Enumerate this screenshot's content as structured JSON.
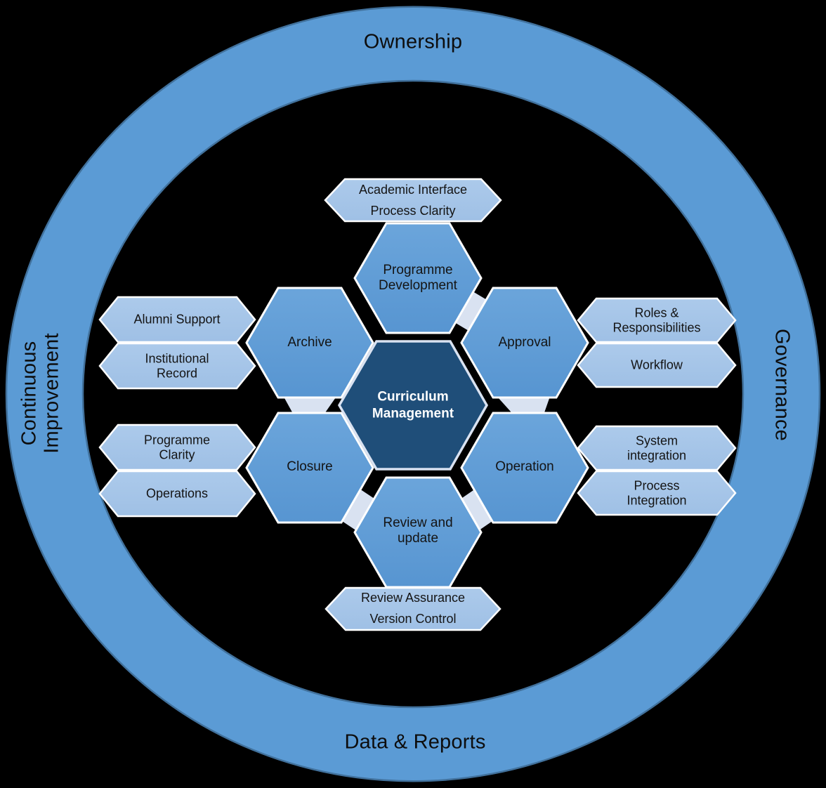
{
  "ring": {
    "label_top": "Ownership",
    "label_right": "Governance",
    "label_bottom": "Data & Reports",
    "label_left": "Continuous Improvement"
  },
  "center": {
    "label": "Curriculum Management"
  },
  "stages": [
    {
      "id": "programme-development",
      "label": "Programme Development"
    },
    {
      "id": "approval",
      "label": "Approval"
    },
    {
      "id": "operation",
      "label": "Operation"
    },
    {
      "id": "review-and-update",
      "label": "Review and update"
    },
    {
      "id": "closure",
      "label": "Closure"
    },
    {
      "id": "archive",
      "label": "Archive"
    }
  ],
  "callouts": {
    "top": [
      "Academic Interface",
      "Process Clarity"
    ],
    "right_upper": [
      "Roles & Responsibilities",
      "Workflow"
    ],
    "right_lower": [
      "System integration",
      "Process Integration"
    ],
    "bottom": [
      "Review Assurance",
      "Version Control"
    ],
    "left_upper": [
      "Alumni Support",
      "Institutional Record"
    ],
    "left_lower": [
      "Programme Clarity",
      "Operations"
    ]
  },
  "colors": {
    "background": "#000000",
    "ring_fill": "#5B9BD5",
    "ring_border": "#41719C",
    "stage_fill": "#5B9BD5",
    "center_fill": "#1F4E79",
    "banner_fill": "#A6C5E8",
    "connector_fill": "#D9E2F1",
    "shape_border": "#FFFFFF",
    "ring_text": "#0D0D0D",
    "stage_text": "#141414",
    "center_text": "#FFFFFF"
  }
}
